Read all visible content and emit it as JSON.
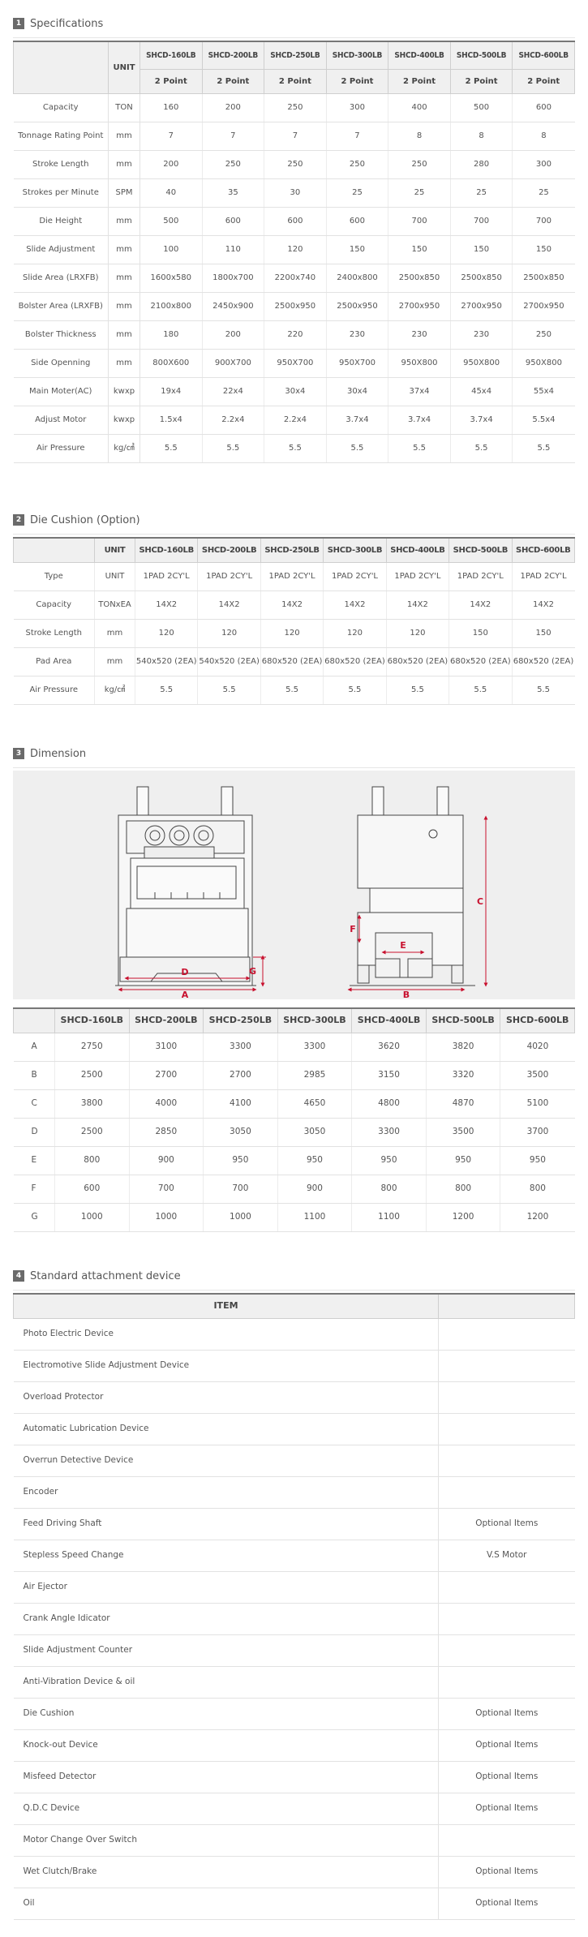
{
  "sections": {
    "specifications": {
      "number": "1",
      "title": "Specifications"
    },
    "die_cushion": {
      "number": "2",
      "title": "Die Cushion (Option)"
    },
    "dimension": {
      "number": "3",
      "title": "Dimension"
    },
    "attachment": {
      "number": "4",
      "title": "Standard attachment device"
    }
  },
  "spec": {
    "unit_header": "UNIT",
    "models": [
      "SHCD-160LB",
      "SHCD-200LB",
      "SHCD-250LB",
      "SHCD-300LB",
      "SHCD-400LB",
      "SHCD-500LB",
      "SHCD-600LB"
    ],
    "point_labels": [
      "2 Point",
      "2 Point",
      "2 Point",
      "2 Point",
      "2 Point",
      "2 Point",
      "2 Point"
    ],
    "rows": [
      {
        "label": "Capacity",
        "unit": "TON",
        "values": [
          "160",
          "200",
          "250",
          "300",
          "400",
          "500",
          "600"
        ]
      },
      {
        "label": "Tonnage Rating Point",
        "unit": "mm",
        "values": [
          "7",
          "7",
          "7",
          "7",
          "8",
          "8",
          "8"
        ]
      },
      {
        "label": "Stroke Length",
        "unit": "mm",
        "values": [
          "200",
          "250",
          "250",
          "250",
          "250",
          "280",
          "300"
        ]
      },
      {
        "label": "Strokes per Minute",
        "unit": "SPM",
        "values": [
          "40",
          "35",
          "30",
          "25",
          "25",
          "25",
          "25"
        ]
      },
      {
        "label": "Die Height",
        "unit": "mm",
        "values": [
          "500",
          "600",
          "600",
          "600",
          "700",
          "700",
          "700"
        ]
      },
      {
        "label": "Slide Adjustment",
        "unit": "mm",
        "values": [
          "100",
          "110",
          "120",
          "150",
          "150",
          "150",
          "150"
        ]
      },
      {
        "label": "Slide Area (LRXFB)",
        "unit": "mm",
        "values": [
          "1600x580",
          "1800x700",
          "2200x740",
          "2400x800",
          "2500x850",
          "2500x850",
          "2500x850"
        ]
      },
      {
        "label": "Bolster Area (LRXFB)",
        "unit": "mm",
        "values": [
          "2100x800",
          "2450x900",
          "2500x950",
          "2500x950",
          "2700x950",
          "2700x950",
          "2700x950"
        ]
      },
      {
        "label": "Bolster Thickness",
        "unit": "mm",
        "values": [
          "180",
          "200",
          "220",
          "230",
          "230",
          "230",
          "250"
        ]
      },
      {
        "label": "Side Openning",
        "unit": "mm",
        "values": [
          "800X600",
          "900X700",
          "950X700",
          "950X700",
          "950X800",
          "950X800",
          "950X800"
        ]
      },
      {
        "label": "Main Moter(AC)",
        "unit": "kwxp",
        "values": [
          "19x4",
          "22x4",
          "30x4",
          "30x4",
          "37x4",
          "45x4",
          "55x4"
        ]
      },
      {
        "label": "Adjust Motor",
        "unit": "kwxp",
        "values": [
          "1.5x4",
          "2.2x4",
          "2.2x4",
          "3.7x4",
          "3.7x4",
          "3.7x4",
          "5.5x4"
        ]
      },
      {
        "label": "Air Pressure",
        "unit": "kg/㎠",
        "values": [
          "5.5",
          "5.5",
          "5.5",
          "5.5",
          "5.5",
          "5.5",
          "5.5"
        ]
      }
    ]
  },
  "cushion": {
    "unit_header": "UNIT",
    "models": [
      "SHCD-160LB",
      "SHCD-200LB",
      "SHCD-250LB",
      "SHCD-300LB",
      "SHCD-400LB",
      "SHCD-500LB",
      "SHCD-600LB"
    ],
    "rows": [
      {
        "label": "Type",
        "unit": "UNIT",
        "values": [
          "1PAD 2CY'L",
          "1PAD 2CY'L",
          "1PAD 2CY'L",
          "1PAD 2CY'L",
          "1PAD 2CY'L",
          "1PAD 2CY'L",
          "1PAD 2CY'L"
        ]
      },
      {
        "label": "Capacity",
        "unit": "TONxEA",
        "values": [
          "14X2",
          "14X2",
          "14X2",
          "14X2",
          "14X2",
          "14X2",
          "14X2"
        ]
      },
      {
        "label": "Stroke Length",
        "unit": "mm",
        "values": [
          "120",
          "120",
          "120",
          "120",
          "120",
          "150",
          "150"
        ]
      },
      {
        "label": "Pad Area",
        "unit": "mm",
        "values": [
          "540x520 (2EA)",
          "540x520 (2EA)",
          "680x520 (2EA)",
          "680x520 (2EA)",
          "680x520 (2EA)",
          "680x520 (2EA)",
          "680x520 (2EA)"
        ]
      },
      {
        "label": "Air Pressure",
        "unit": "kg/㎠",
        "values": [
          "5.5",
          "5.5",
          "5.5",
          "5.5",
          "5.5",
          "5.5",
          "5.5"
        ]
      }
    ]
  },
  "diagram": {
    "front_labels": {
      "d": "D",
      "a": "A",
      "g": "G"
    },
    "side_labels": {
      "f": "F",
      "e": "E",
      "c": "C",
      "b": "B"
    }
  },
  "dimension": {
    "models": [
      "SHCD-160LB",
      "SHCD-200LB",
      "SHCD-250LB",
      "SHCD-300LB",
      "SHCD-400LB",
      "SHCD-500LB",
      "SHCD-600LB"
    ],
    "rows": [
      {
        "label": "A",
        "values": [
          "2750",
          "3100",
          "3300",
          "3300",
          "3620",
          "3820",
          "4020"
        ]
      },
      {
        "label": "B",
        "values": [
          "2500",
          "2700",
          "2700",
          "2985",
          "3150",
          "3320",
          "3500"
        ]
      },
      {
        "label": "C",
        "values": [
          "3800",
          "4000",
          "4100",
          "4650",
          "4800",
          "4870",
          "5100"
        ]
      },
      {
        "label": "D",
        "values": [
          "2500",
          "2850",
          "3050",
          "3050",
          "3300",
          "3500",
          "3700"
        ]
      },
      {
        "label": "E",
        "values": [
          "800",
          "900",
          "950",
          "950",
          "950",
          "950",
          "950"
        ]
      },
      {
        "label": "F",
        "values": [
          "600",
          "700",
          "700",
          "900",
          "800",
          "800",
          "800"
        ]
      },
      {
        "label": "G",
        "values": [
          "1000",
          "1000",
          "1000",
          "1100",
          "1100",
          "1200",
          "1200"
        ]
      }
    ]
  },
  "attachment": {
    "item_header": "ITEM",
    "note_header": "",
    "rows": [
      {
        "item": "Photo Electric Device",
        "note": ""
      },
      {
        "item": "Electromotive Slide Adjustment Device",
        "note": ""
      },
      {
        "item": "Overload Protector",
        "note": ""
      },
      {
        "item": "Automatic Lubrication Device",
        "note": ""
      },
      {
        "item": "Overrun Detective Device",
        "note": ""
      },
      {
        "item": "Encoder",
        "note": ""
      },
      {
        "item": "Feed Driving Shaft",
        "note": "Optional Items"
      },
      {
        "item": "Stepless Speed Change",
        "note": "V.S Motor"
      },
      {
        "item": "Air Ejector",
        "note": ""
      },
      {
        "item": "Crank Angle Idicator",
        "note": ""
      },
      {
        "item": "Slide Adjustment Counter",
        "note": ""
      },
      {
        "item": "Anti-Vibration Device & oil",
        "note": ""
      },
      {
        "item": "Die Cushion",
        "note": "Optional Items"
      },
      {
        "item": "Knock-out Device",
        "note": "Optional Items"
      },
      {
        "item": "Misfeed Detector",
        "note": "Optional Items"
      },
      {
        "item": "Q.D.C Device",
        "note": "Optional Items"
      },
      {
        "item": "Motor Change Over Switch",
        "note": ""
      },
      {
        "item": "Wet Clutch/Brake",
        "note": "Optional Items"
      },
      {
        "item": "Oil",
        "note": "Optional Items"
      }
    ]
  },
  "colors": {
    "dimension_line": "#c8102e",
    "badge": "#6a6a6a",
    "header_bg": "#f0f0f0"
  }
}
